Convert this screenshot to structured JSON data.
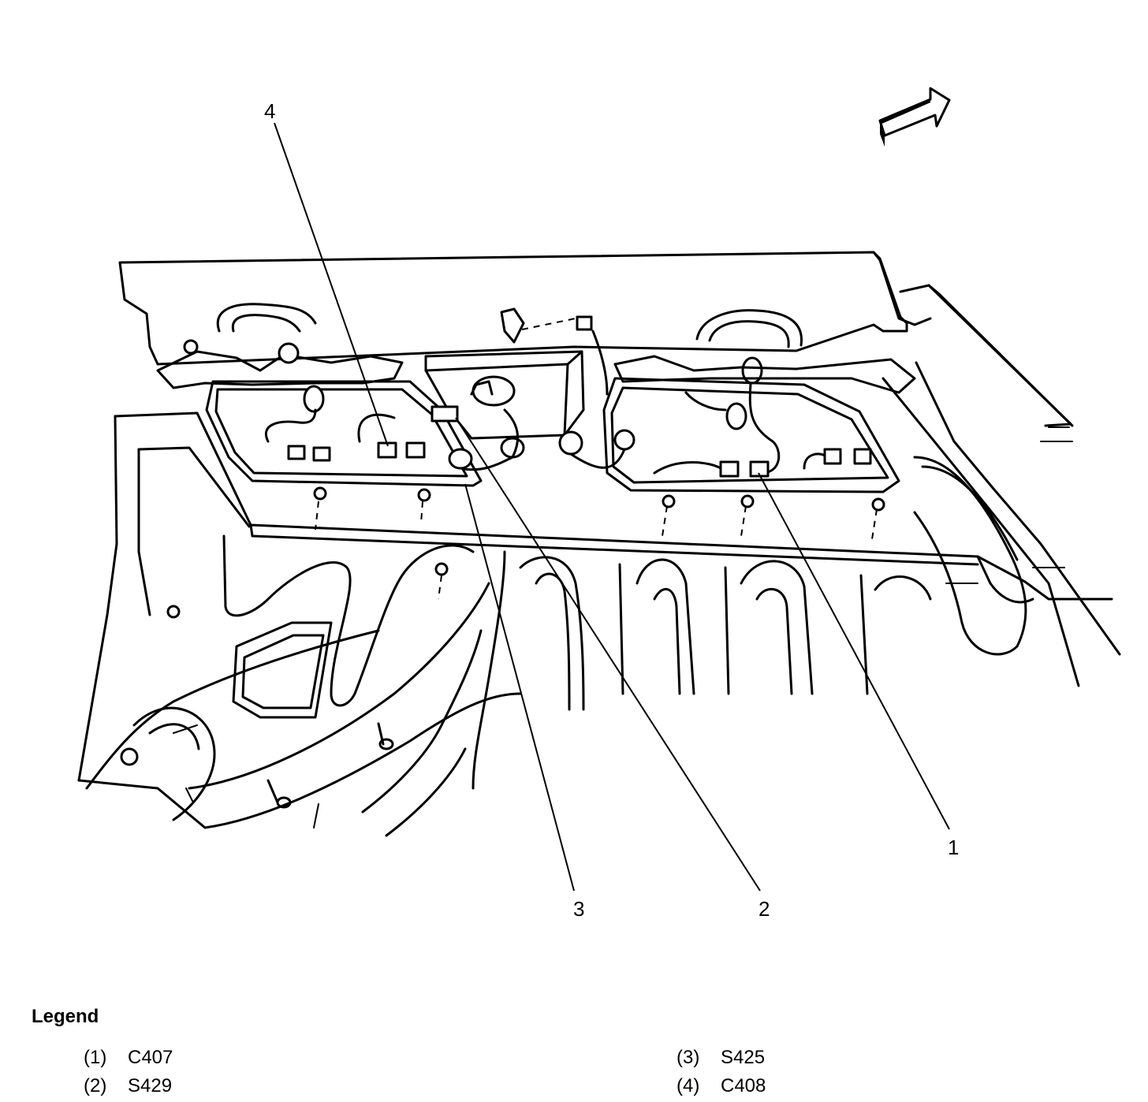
{
  "callouts": [
    {
      "id": "1",
      "label": "1"
    },
    {
      "id": "2",
      "label": "2"
    },
    {
      "id": "3",
      "label": "3"
    },
    {
      "id": "4",
      "label": "4"
    }
  ],
  "legend": {
    "title": "Legend",
    "items": [
      {
        "number": "(1)",
        "name": "C407"
      },
      {
        "number": "(2)",
        "name": "S429"
      },
      {
        "number": "(3)",
        "name": "S425"
      },
      {
        "number": "(4)",
        "name": "C408"
      }
    ]
  },
  "icons": {
    "direction": "forward-arrow-icon"
  }
}
